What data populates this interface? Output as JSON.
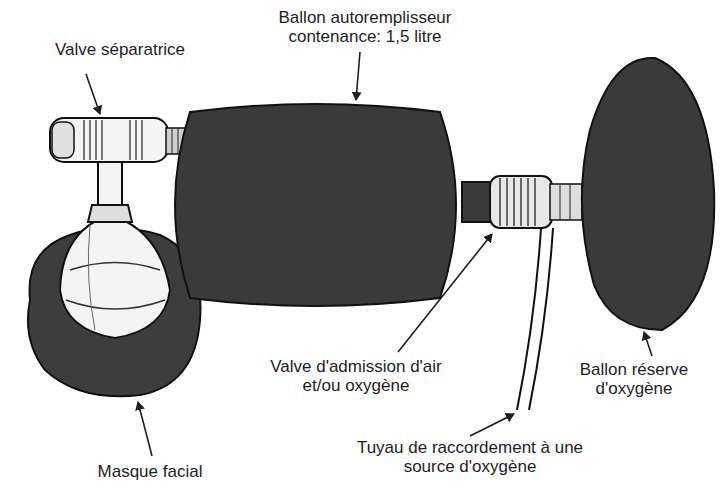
{
  "diagram": {
    "labels": [
      "Ballon autoremplisseur contenance: 1,5 litre",
      "Valve séparatrice",
      "Valve d'admission d'air et/ou oxygène",
      "Ballon réserve d'oxygène",
      "Tuyau de raccordement à une source d'oxygène",
      "Masque facial"
    ]
  }
}
